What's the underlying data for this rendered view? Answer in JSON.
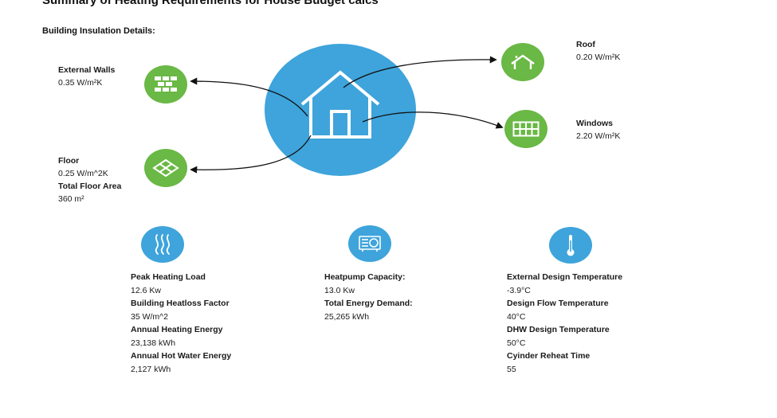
{
  "document": {
    "title": "Summary of Heating Requirements for House Budget calcs",
    "subtitle": "Building Insulation Details:"
  },
  "insulation": {
    "external_walls": {
      "label": "External Walls",
      "value": "0.35 W/m²K"
    },
    "floor": {
      "label": "Floor",
      "value": "0.25 W/m^2K"
    },
    "total_floor_area": {
      "label": "Total Floor Area",
      "value": "360 m²"
    },
    "roof": {
      "label": "Roof",
      "value": "0.20 W/m²K"
    },
    "windows": {
      "label": "Windows",
      "value": "2.20 W/m²K"
    }
  },
  "heating": {
    "peak_load": {
      "label": "Peak Heating Load",
      "value": "12.6 Kw"
    },
    "heatloss_factor": {
      "label": "Building Heatloss Factor",
      "value": "35 W/m^2"
    },
    "annual_heating": {
      "label": "Annual Heating Energy",
      "value": "23,138 kWh"
    },
    "annual_hot_water": {
      "label": "Annual Hot Water Energy",
      "value": "2,127 kWh"
    }
  },
  "heatpump": {
    "capacity": {
      "label": "Heatpump Capacity:",
      "value": "13.0 Kw"
    },
    "total_demand": {
      "label": "Total Energy Demand:",
      "value": "25,265 kWh"
    }
  },
  "temperatures": {
    "external_design": {
      "label": "External Design Temperature",
      "value": "-3.9°C"
    },
    "design_flow": {
      "label": "Design Flow Temperature",
      "value": "40°C"
    },
    "dhw_design": {
      "label": "DHW Design Temperature",
      "value": "50°C"
    },
    "cylinder_reheat": {
      "label": "Cyinder Reheat Time",
      "value": "55"
    }
  },
  "colors": {
    "green": "#6ab845",
    "blue": "#3ea4db"
  }
}
